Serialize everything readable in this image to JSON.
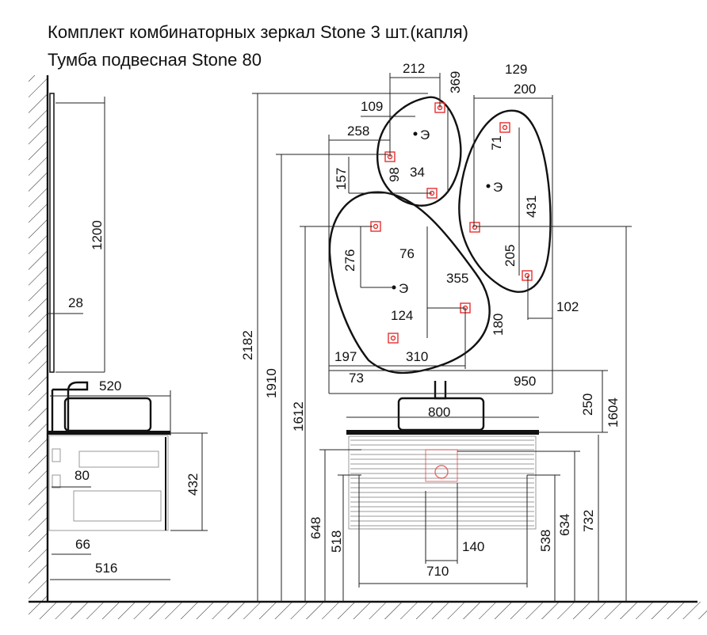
{
  "titles": {
    "mirror_set": "Комплект комбинаторных зеркал Stone 3 шт.(капля)",
    "cabinet": "Тумба подвесная Stone 80"
  },
  "dimensions": {
    "d212": "212",
    "d369": "369",
    "d129": "129",
    "d200": "200",
    "d109": "109",
    "d258": "258",
    "d157": "157",
    "d98": "98",
    "d34": "34",
    "d71": "71",
    "d431": "431",
    "d276": "276",
    "d76": "76",
    "d355": "355",
    "d205": "205",
    "d124": "124",
    "d180": "180",
    "d102": "102",
    "d197": "197",
    "d310": "310",
    "d73": "73",
    "d950": "950",
    "d520": "520",
    "d800": "800",
    "d250": "250",
    "d1604": "1604",
    "d1200": "1200",
    "d28": "28",
    "d2182": "2182",
    "d1910": "1910",
    "d1612": "1612",
    "d432": "432",
    "d80": "80",
    "d66": "66",
    "d516": "516",
    "d648": "648",
    "d518": "518",
    "d140": "140",
    "d710": "710",
    "d538": "538",
    "d634": "634",
    "d732": "732"
  },
  "symbols": {
    "socket": "Э"
  },
  "colors": {
    "line": "#111111",
    "mount_marker": "#e53030",
    "cabinet_detail": "#9a9a9a"
  }
}
